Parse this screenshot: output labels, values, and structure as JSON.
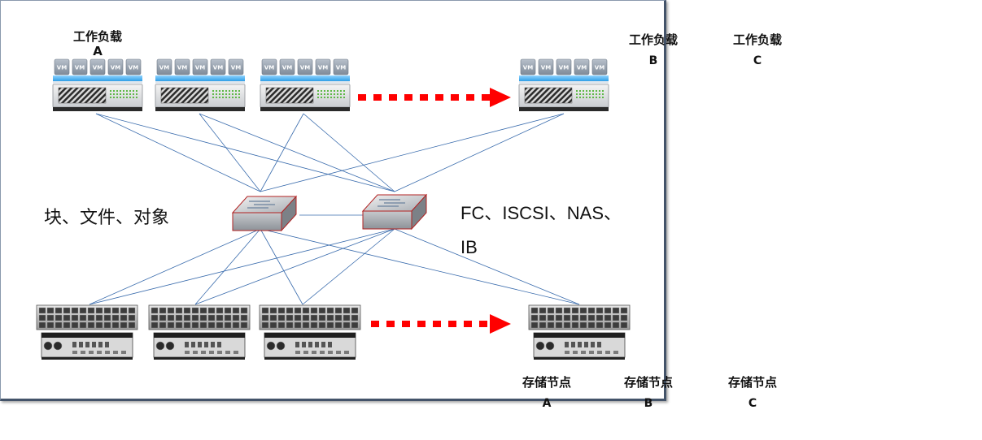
{
  "workloads": [
    {
      "name": "工作负载",
      "letter": "A"
    },
    {
      "name": "工作负载",
      "letter": "B"
    },
    {
      "name": "工作负载",
      "letter": "C"
    }
  ],
  "storage_nodes": [
    {
      "name": "存储节点",
      "letter": "A"
    },
    {
      "name": "存储节点",
      "letter": "B"
    },
    {
      "name": "存储节点",
      "letter": "C"
    }
  ],
  "vm_label": "VM",
  "storage_types": "块、文件、对象",
  "protocols": {
    "line1": "FC、ISCSI、NAS、",
    "line2": "IB"
  },
  "colors": {
    "link": "#3a6cad",
    "arrow": "#ff0000",
    "vm_tile": "#9aa6b4",
    "server_band": "#5bb8ef",
    "led": "#5fb847",
    "switch_edge": "#b22222",
    "frame": "#44546a"
  }
}
